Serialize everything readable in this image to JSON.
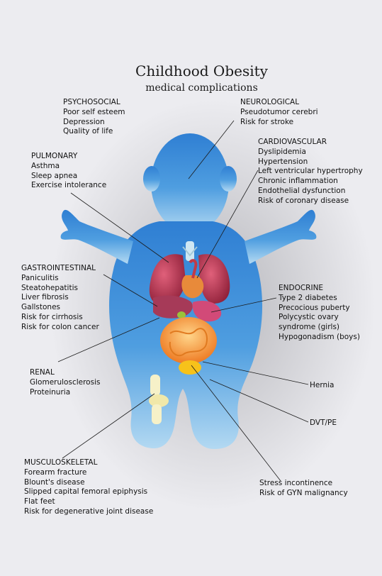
{
  "title": "Childhood Obesity",
  "subtitle": "medical complications",
  "colors": {
    "background": "#ececf0",
    "body_top": "#2f7fd3",
    "body_bottom": "#a9d4f0",
    "organ_red": "#b8344a",
    "organ_orange": "#f08a2c",
    "organ_yellow": "#f7c21a",
    "leader_line": "#1a1a1a"
  },
  "groups": {
    "psychosocial": {
      "heading": "PSYCHOSOCIAL",
      "items": [
        "Poor self esteem",
        "Depression",
        "Quality of life"
      ]
    },
    "neurological": {
      "heading": "NEUROLOGICAL",
      "items": [
        "Pseudotumor cerebri",
        "Risk for stroke"
      ]
    },
    "pulmonary": {
      "heading": "PULMONARY",
      "items": [
        "Asthma",
        "Sleep apnea",
        "Exercise intolerance"
      ]
    },
    "cardiovascular": {
      "heading": "CARDIOVASCULAR",
      "items": [
        "Dyslipidemia",
        "Hypertension",
        "Left ventricular hypertrophy",
        "Chronic inflammation",
        "Endothelial dysfunction",
        "Risk of coronary disease"
      ]
    },
    "gastrointestinal": {
      "heading": "GASTROINTESTINAL",
      "items": [
        "Paniculitis",
        "Steatohepatitis",
        "Liver fibrosis",
        "Gallstones",
        "Risk for cirrhosis",
        "Risk for colon cancer"
      ]
    },
    "endocrine": {
      "heading": "ENDOCRINE",
      "items": [
        "Type 2 diabetes",
        "Precocious puberty",
        "Polycystic ovary",
        "syndrome (girls)",
        "Hypogonadism (boys)"
      ]
    },
    "renal": {
      "heading": "RENAL",
      "items": [
        "Glomerulosclerosis",
        "Proteinuria"
      ]
    },
    "musculoskeletal": {
      "heading": "MUSCULOSKELETAL",
      "items": [
        "Forearm fracture",
        "Blount's disease",
        "Slipped capital femoral epiphysis",
        "Flat feet",
        "Risk for degenerative joint disease"
      ]
    },
    "stress": {
      "heading": "",
      "items": [
        "Stress incontinence",
        "Risk of GYN malignancy"
      ]
    }
  },
  "labels": {
    "hernia": "Hernia",
    "dvt": "DVT/PE"
  }
}
